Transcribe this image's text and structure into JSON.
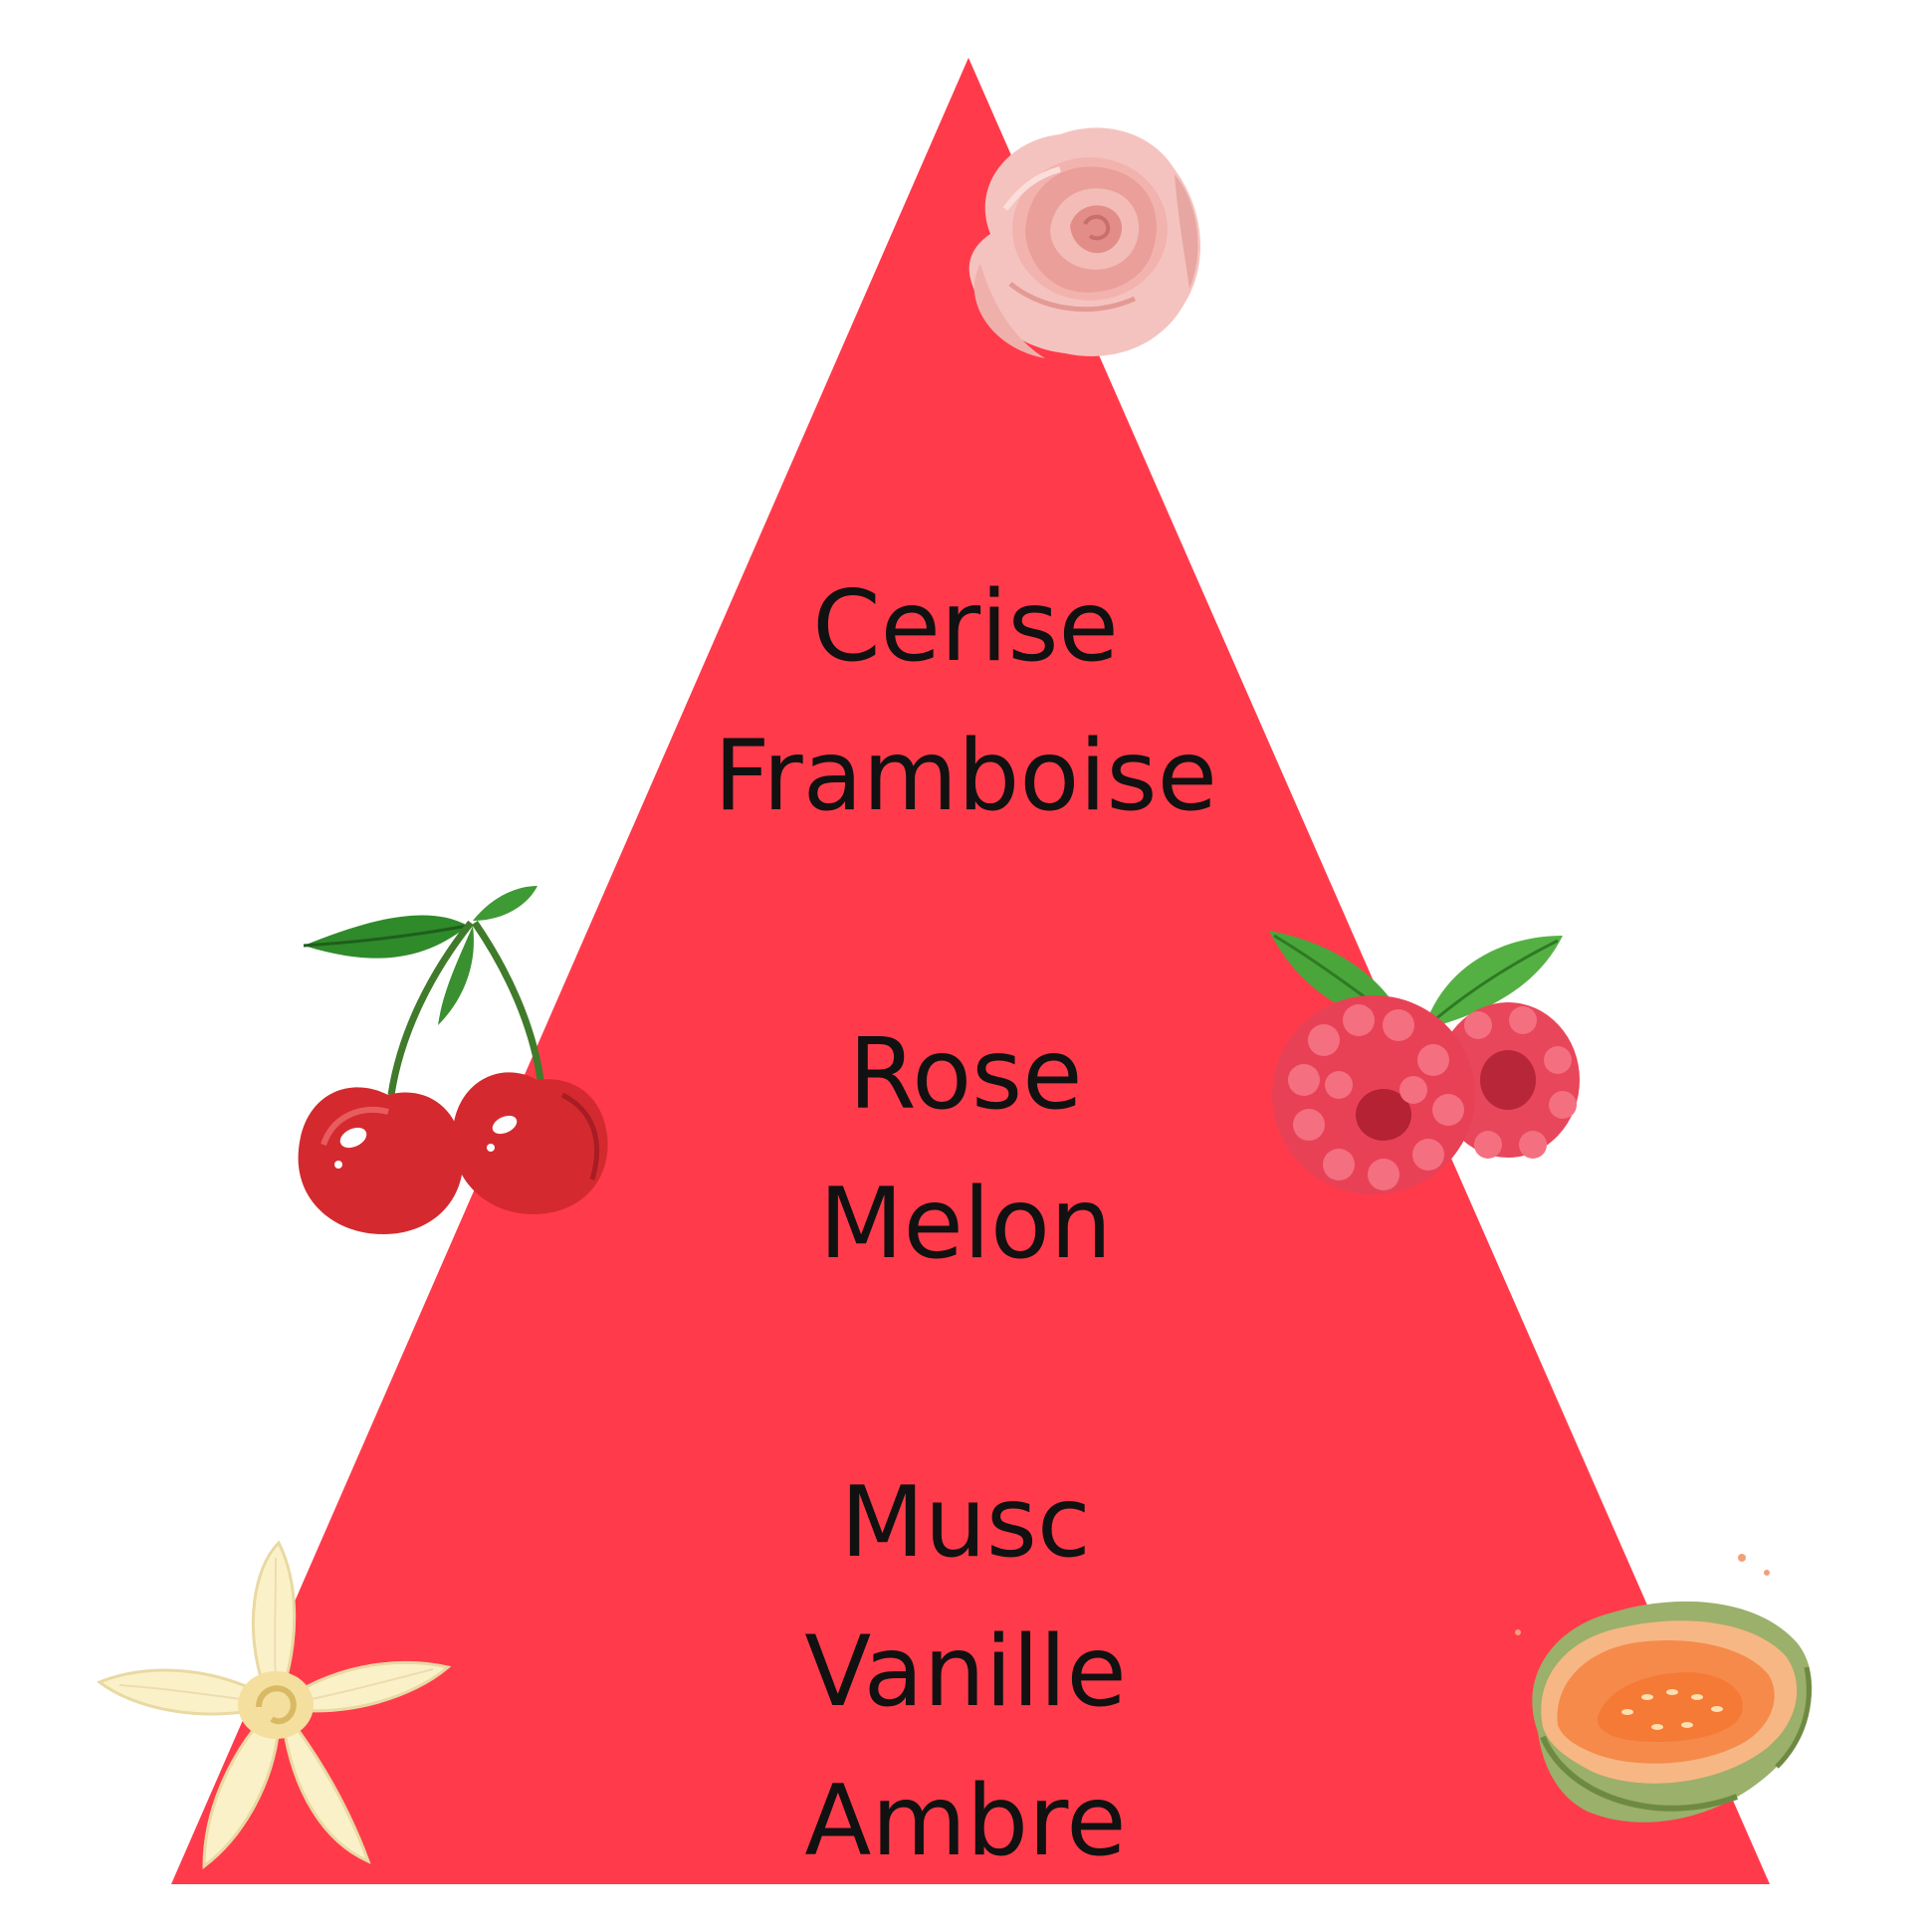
{
  "pyramid": {
    "fill_color": "#ff3b4b",
    "tiers": [
      {
        "notes": [
          "Cerise",
          "Framboise"
        ]
      },
      {
        "notes": [
          "Rose",
          "Melon"
        ]
      },
      {
        "notes": [
          "Musc",
          "Vanille",
          "Ambre"
        ]
      }
    ]
  },
  "illustrations": [
    "rose-icon",
    "cherry-icon",
    "raspberry-icon",
    "vanilla-flower-icon",
    "melon-icon"
  ]
}
